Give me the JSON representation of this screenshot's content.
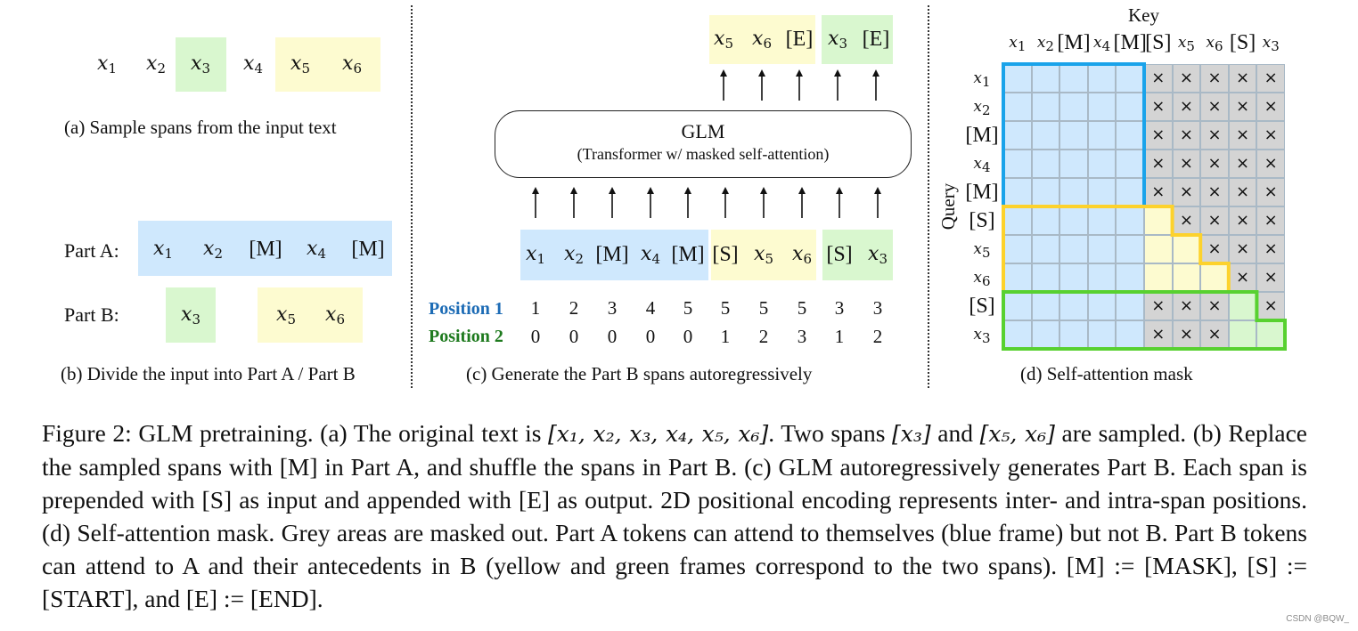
{
  "panel_a": {
    "tokens": [
      {
        "t": "x",
        "s": "1",
        "bg": "none"
      },
      {
        "t": "x",
        "s": "2",
        "bg": "none"
      },
      {
        "t": "x",
        "s": "3",
        "bg": "green"
      },
      {
        "t": "x",
        "s": "4",
        "bg": "none"
      },
      {
        "t": "x",
        "s": "5",
        "bg": "yellow"
      },
      {
        "t": "x",
        "s": "6",
        "bg": "yellow"
      }
    ],
    "caption": "(a)  Sample spans from the input text"
  },
  "panel_b": {
    "part_a_label": "Part A:",
    "part_b_label": "Part B:",
    "part_a_tokens": [
      {
        "t": "x",
        "s": "1"
      },
      {
        "t": "x",
        "s": "2"
      },
      {
        "t": "[M]",
        "s": ""
      },
      {
        "t": "x",
        "s": "4"
      },
      {
        "t": "[M]",
        "s": ""
      }
    ],
    "part_b_span1": [
      {
        "t": "x",
        "s": "3"
      }
    ],
    "part_b_span2": [
      {
        "t": "x",
        "s": "5"
      },
      {
        "t": "x",
        "s": "6"
      }
    ],
    "caption": "(b)  Divide the input into Part A / Part B"
  },
  "panel_c": {
    "model_title": "GLM",
    "model_subtitle": "(Transformer w/ masked self-attention)",
    "output_tokens": [
      {
        "t": "x",
        "s": "5",
        "bg": "yellow"
      },
      {
        "t": "x",
        "s": "6",
        "bg": "yellow"
      },
      {
        "t": "[E]",
        "s": "",
        "bg": "yellow"
      },
      {
        "t": "x",
        "s": "3",
        "bg": "green"
      },
      {
        "t": "[E]",
        "s": "",
        "bg": "green"
      }
    ],
    "input_tokens": [
      {
        "t": "x",
        "s": "1",
        "bg": "blue"
      },
      {
        "t": "x",
        "s": "2",
        "bg": "blue"
      },
      {
        "t": "[M]",
        "s": "",
        "bg": "blue"
      },
      {
        "t": "x",
        "s": "4",
        "bg": "blue"
      },
      {
        "t": "[M]",
        "s": "",
        "bg": "blue"
      },
      {
        "t": "[S]",
        "s": "",
        "bg": "yellow"
      },
      {
        "t": "x",
        "s": "5",
        "bg": "yellow"
      },
      {
        "t": "x",
        "s": "6",
        "bg": "yellow"
      },
      {
        "t": "[S]",
        "s": "",
        "bg": "green"
      },
      {
        "t": "x",
        "s": "3",
        "bg": "green"
      }
    ],
    "position1_label": "Position 1",
    "position2_label": "Position 2",
    "position1": [
      1,
      2,
      3,
      4,
      5,
      5,
      5,
      5,
      3,
      3
    ],
    "position2": [
      0,
      0,
      0,
      0,
      0,
      1,
      2,
      3,
      1,
      2
    ],
    "caption": "(c)  Generate the Part B spans autoregressively"
  },
  "panel_d": {
    "key_label": "Key",
    "query_label": "Query",
    "labels": [
      {
        "t": "x",
        "s": "1"
      },
      {
        "t": "x",
        "s": "2"
      },
      {
        "t": "[M]",
        "s": ""
      },
      {
        "t": "x",
        "s": "4"
      },
      {
        "t": "[M]",
        "s": ""
      },
      {
        "t": "[S]",
        "s": ""
      },
      {
        "t": "x",
        "s": "5"
      },
      {
        "t": "x",
        "s": "6"
      },
      {
        "t": "[S]",
        "s": ""
      },
      {
        "t": "x",
        "s": "3"
      }
    ],
    "mask_symbol": "×",
    "caption": "(d)  Self-attention mask"
  },
  "colors": {
    "blue_fill": "#cfe8fd",
    "yellow_fill": "#fdfbd0",
    "green_fill": "#d9f7cf",
    "grey_fill": "#d4d4d4",
    "blue_frame": "#1aa3ea",
    "yellow_frame": "#fdd22c",
    "green_frame": "#58d130",
    "position1": "#1c6bb5",
    "position2": "#1e7a1e"
  },
  "caption": {
    "p1": "Figure 2: GLM pretraining. (a) The original text is ",
    "m1": "[x₁, x₂, x₃, x₄, x₅, x₆]",
    "p2": ". Two spans ",
    "m2": "[x₃]",
    "p3": " and ",
    "m3": "[x₅, x₆]",
    "p4": " are sampled. (b) Replace the sampled spans with [M] in Part A, and shuffle the spans in Part B. (c) GLM autoregressively generates Part B. Each span is prepended with [S] as input and appended with [E] as output.  2D positional encoding represents inter- and intra-span positions. (d) Self-attention mask. Grey areas are masked out. Part A tokens can attend to themselves (blue frame) but not B. Part B tokens can attend to A and their antecedents in B (yellow and green frames correspond to the two spans). [M] := [MASK], [S] := [START], and [E] := [END]."
  },
  "watermark": "CSDN @BQW_"
}
